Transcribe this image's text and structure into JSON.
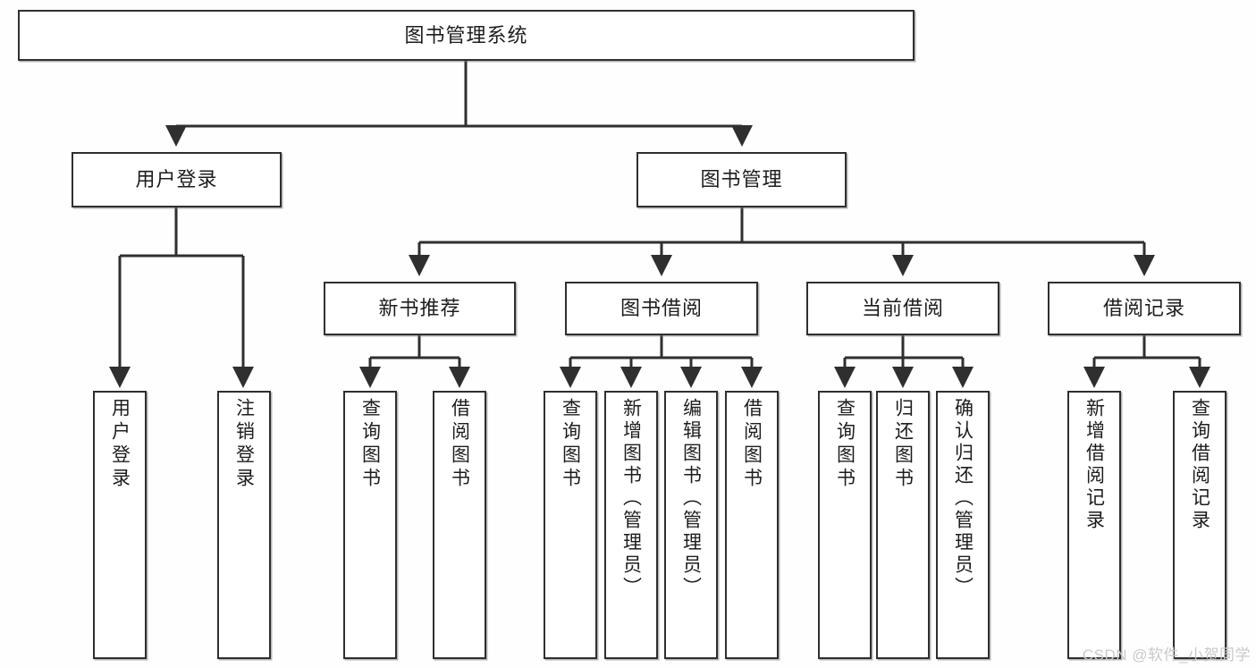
{
  "diagram": {
    "title": "图书管理系统",
    "type": "tree",
    "watermark": "CSDN @软件_小贺同学",
    "colors": {
      "box_border": "#2f2f2f",
      "box_fill": "#ffffff",
      "edge": "#2f2f2f",
      "text": "#1d1d1d",
      "watermark": "#c9c9c9",
      "background": "#fefefe"
    },
    "nodes": {
      "root": {
        "label": "图书管理系统"
      },
      "level2": [
        {
          "id": "user-login",
          "label": "用户登录"
        },
        {
          "id": "book-manage",
          "label": "图书管理"
        }
      ],
      "level3": [
        {
          "id": "new-book-recommend",
          "label": "新书推荐"
        },
        {
          "id": "book-borrow",
          "label": "图书借阅"
        },
        {
          "id": "current-borrow",
          "label": "当前借阅"
        },
        {
          "id": "borrow-record",
          "label": "借阅记录"
        }
      ],
      "leaves": {
        "user-login": [
          {
            "id": "leaf-user-login",
            "label": "用户登录"
          },
          {
            "id": "leaf-user-logout",
            "label": "注销登录"
          }
        ],
        "new-book-recommend": [
          {
            "id": "leaf-query-book-1",
            "label": "查询图书"
          },
          {
            "id": "leaf-borrow-book-1",
            "label": "借阅图书"
          }
        ],
        "book-borrow": [
          {
            "id": "leaf-query-book-2",
            "label": "查询图书"
          },
          {
            "id": "leaf-add-book",
            "label": "新增图书（管理员）"
          },
          {
            "id": "leaf-edit-book",
            "label": "编辑图书（管理员）"
          },
          {
            "id": "leaf-borrow-book-2",
            "label": "借阅图书"
          }
        ],
        "current-borrow": [
          {
            "id": "leaf-query-book-3",
            "label": "查询图书"
          },
          {
            "id": "leaf-return-book",
            "label": "归还图书"
          },
          {
            "id": "leaf-confirm-return",
            "label": "确认归还（管理员）"
          }
        ],
        "borrow-record": [
          {
            "id": "leaf-add-record",
            "label": "新增借阅记录"
          },
          {
            "id": "leaf-query-record",
            "label": "查询借阅记录"
          }
        ]
      }
    }
  }
}
